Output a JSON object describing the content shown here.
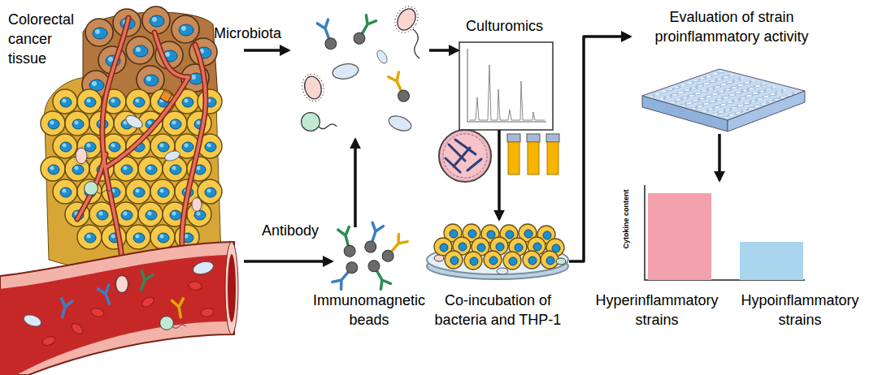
{
  "diagram": {
    "nodes": [
      {
        "text": [
          "Colorectal cancer tissue"
        ]
      },
      {
        "text": [
          "Microbiota"
        ]
      },
      {
        "text": [
          "Culturomics"
        ]
      },
      {
        "text": [
          "Antibody",
          "Immunomagnetic beads"
        ]
      },
      {
        "text": [
          "Co-incubation of bacteria and THP-1"
        ]
      },
      {
        "text": [
          "Evaluation of strain proinflammatory activity"
        ]
      },
      {
        "text": [
          "Cytokine content"
        ]
      },
      {
        "text": [
          "Hyperinflammatory strains"
        ],
        "in": 6
      },
      {
        "text": [
          "Hypoinflammatory strains"
        ],
        "in": 6
      }
    ],
    "edges": [
      {
        "from": 0,
        "to": 1,
        "arrow": "to"
      },
      {
        "from": 1,
        "to": 2,
        "arrow": "to"
      },
      {
        "from": 0,
        "to": 3,
        "arrow": "to"
      },
      {
        "from": 3,
        "to": 1,
        "arrow": "to"
      },
      {
        "from": 2,
        "to": 4,
        "arrow": "to"
      },
      {
        "from": 4,
        "to": 5,
        "arrow": "to"
      },
      {
        "from": 5,
        "to": 6,
        "arrow": "to"
      }
    ]
  }
}
